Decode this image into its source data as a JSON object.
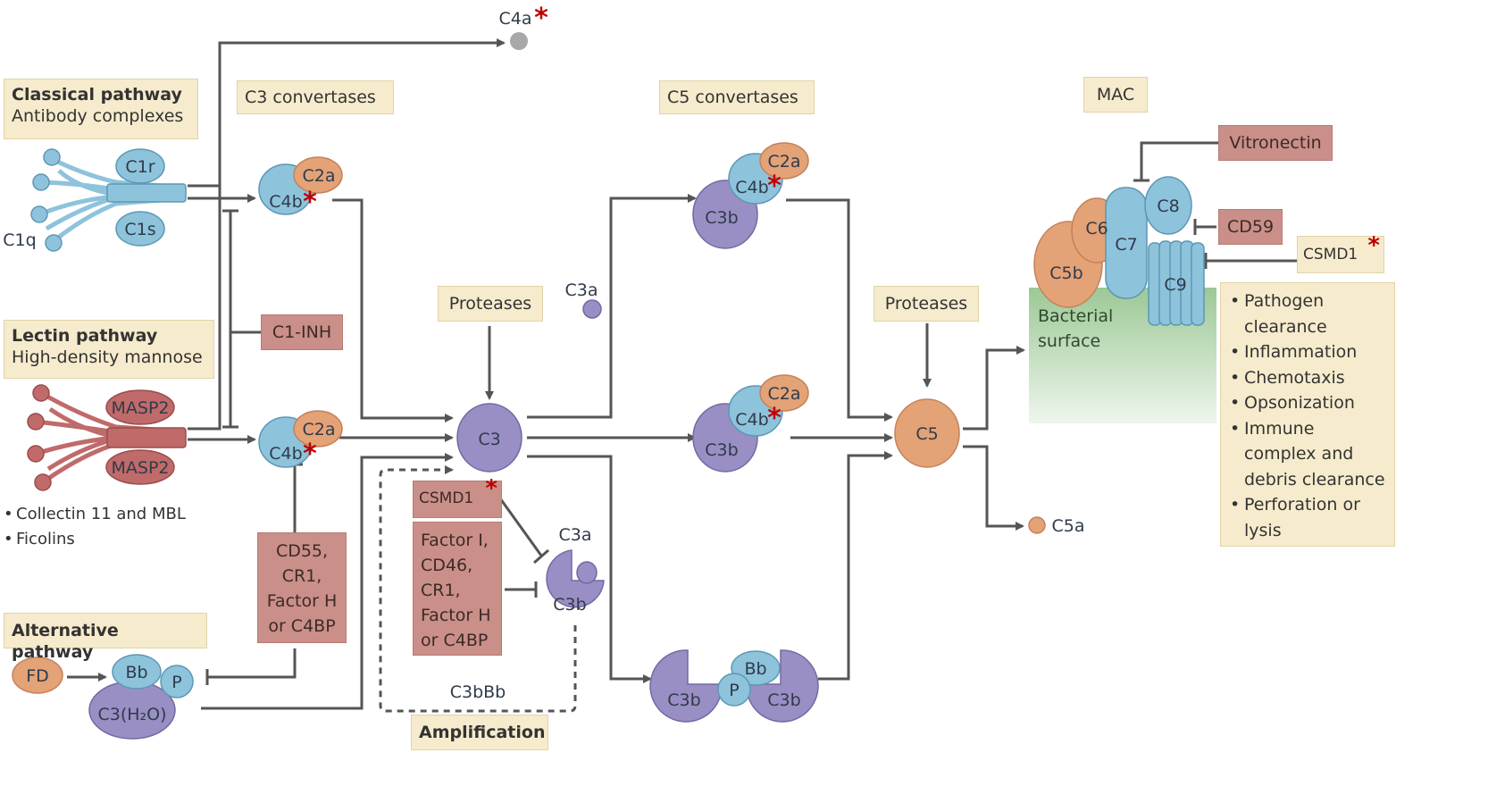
{
  "pathways": {
    "classical": {
      "title": "Classical pathway",
      "subtitle": "Antibody complexes"
    },
    "lectin": {
      "title": "Lectin pathway",
      "subtitle": "High-density mannose",
      "items": [
        "Collectin 11 and MBL",
        "Ficolins"
      ]
    },
    "alternative": {
      "title": "Alternative pathway"
    }
  },
  "headers": {
    "c3_convertases": "C3 convertases",
    "c5_convertases": "C5 convertases",
    "mac": "MAC"
  },
  "proteases": [
    "Proteases",
    "Proteases"
  ],
  "inhibitors": {
    "c1_inh": "C1-INH",
    "cd55_group": "CD55,\nCR1,\nFactor H\nor C4BP",
    "factor_i_group": "Factor I,\nCD46,\nCR1,\nFactor H\nor C4BP",
    "vitronectin": "Vitronectin",
    "cd59": "CD59"
  },
  "csmd1": {
    "label": "CSMD1",
    "mark": "*"
  },
  "molecules": {
    "c1r": "C1r",
    "c1s": "C1s",
    "c1q": "C1q",
    "masp2": "MASP2",
    "c4a": "C4a",
    "c4b": "C4b",
    "c2a": "C2a",
    "c3": "C3",
    "c3a": "C3a",
    "c3b": "C3b",
    "fd": "FD",
    "bb": "Bb",
    "p": "P",
    "c3h2o": "C3(H₂O)",
    "c3bbb": "C3bBb",
    "c5": "C5",
    "c5a": "C5a",
    "c5b": "C5b",
    "c6": "C6",
    "c7": "C7",
    "c8": "C8",
    "c9": "C9"
  },
  "amplification": "Amplification",
  "surface": "Bacterial\nsurface",
  "effects": [
    "Pathogen clearance",
    "Inflammation",
    "Chemotaxis",
    "Opsonization",
    "Immune complex and debris clearance",
    "Perforation or lysis"
  ],
  "colors": {
    "blue": "#8ec3dc",
    "orange": "#e4a277",
    "purple": "#9a8fc4",
    "pink_box": "#c98f88",
    "beige_box": "#f6ebcc",
    "arrow": "#555555",
    "asterisk": "#c00000",
    "surface": "#a9cfa5"
  }
}
